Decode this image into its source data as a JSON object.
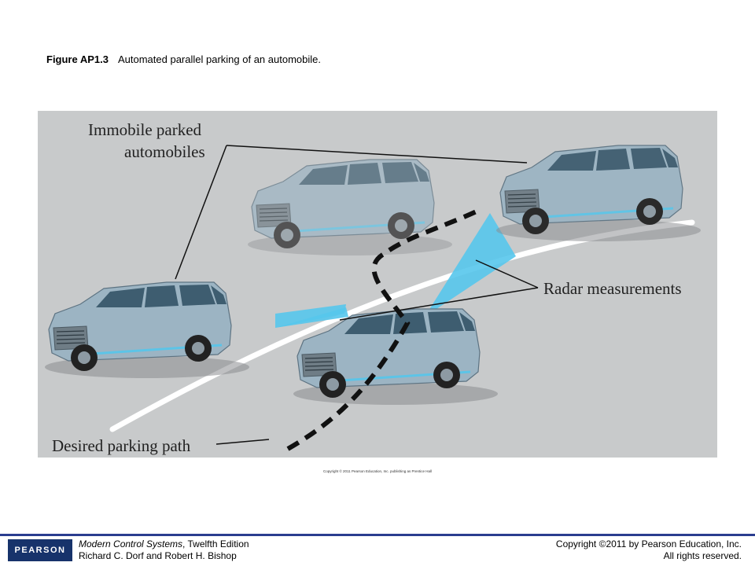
{
  "caption": {
    "number": "Figure AP1.3",
    "text": "Automated parallel parking of an automobile."
  },
  "figure": {
    "labels": {
      "parked": [
        "Immobile parked",
        "automobiles"
      ],
      "radar": "Radar measurements",
      "path": "Desired parking path"
    },
    "colors": {
      "background": "#c8cacb",
      "car_body": "#9cb4c3",
      "radar_beam": "#56c6ec",
      "path_line": "#111111",
      "curb_line": "#ffffff"
    }
  },
  "image_credit": "Copyright © 2011 Pearson Education, Inc. publishing as Prentice Hall",
  "footer": {
    "logo": "PEARSON",
    "book_title": "Modern Control Systems",
    "book_edition": ", Twelfth Edition",
    "authors": "Richard C. Dorf and Robert H. Bishop",
    "copyright": "Copyright ©2011 by Pearson Education, Inc.",
    "rights": "All rights reserved."
  }
}
